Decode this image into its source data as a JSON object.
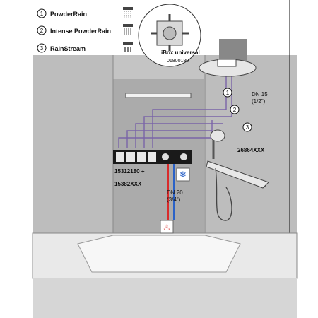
{
  "legend": [
    {
      "num": "1",
      "label": "PowderRain"
    },
    {
      "num": "2",
      "label": "Intense PowderRain"
    },
    {
      "num": "3",
      "label": "RainStream"
    }
  ],
  "ibox": {
    "title": "iBox universal",
    "code": "01800180"
  },
  "labels": {
    "dn15": "DN 15",
    "dn15_size": "(1/2\")",
    "dn20": "DN 20",
    "dn20_size": "(3/4\")",
    "thermostat_code_1": "15312180 +",
    "thermostat_code_2": "15382XXX",
    "shower_set_code": "26864XXX"
  },
  "callouts": [
    "1",
    "2",
    "3"
  ],
  "colors": {
    "wall": "#c8c8c8",
    "niche": "#b0b0b0",
    "hot": "#d92b2b",
    "cold": "#2b62c7",
    "pipe": "#7a64a8"
  },
  "icons": [
    "powderrain-spray-icon",
    "intense-powderrain-spray-icon",
    "rainstream-spray-icon",
    "cold-water-icon",
    "hot-water-icon"
  ]
}
